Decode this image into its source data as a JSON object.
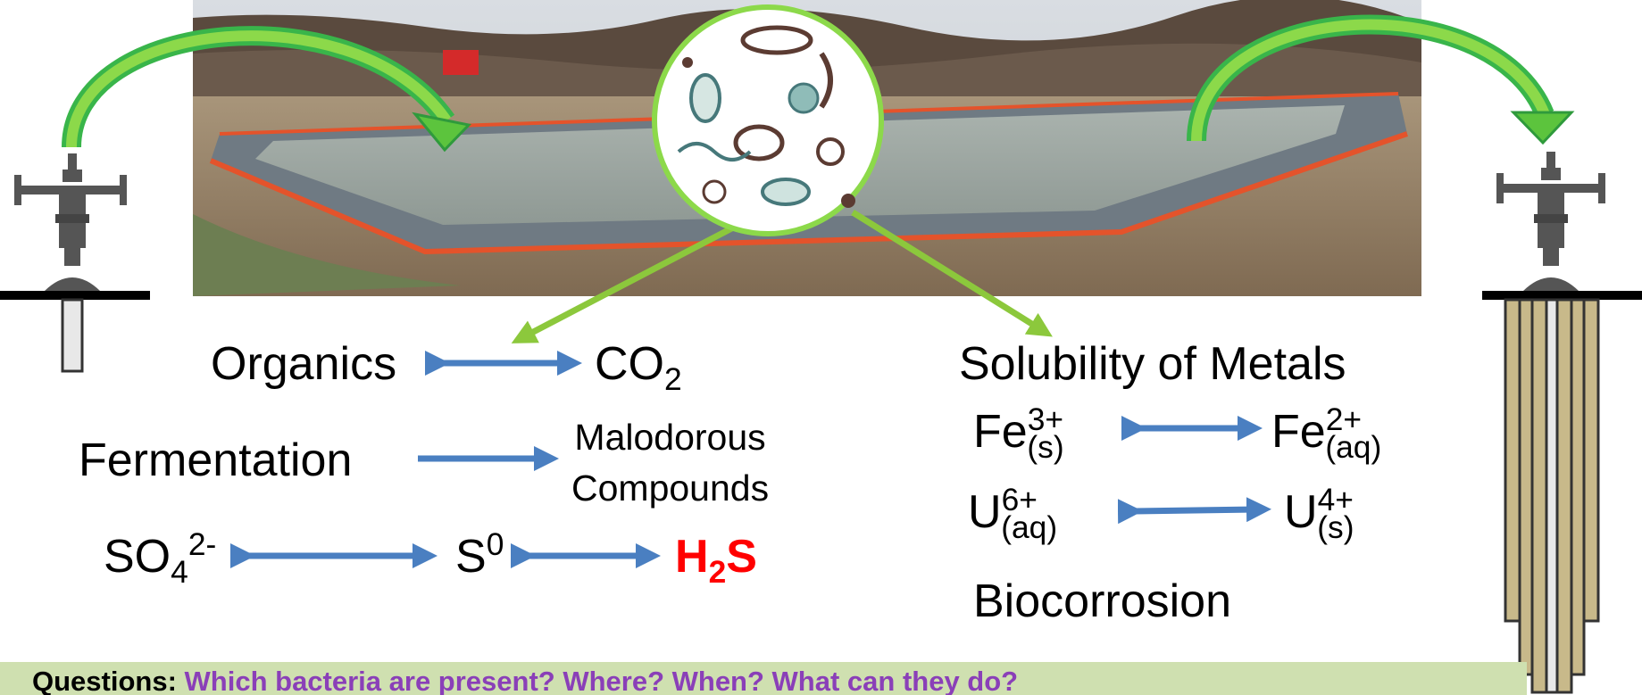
{
  "colors": {
    "accent_green": "#39b54a",
    "arrow_blue": "#4a7fc1",
    "h2s_red": "#ff0000",
    "question_purple": "#8a3fb8",
    "bar_bg": "#cfe0b0"
  },
  "icons": [
    "wellhead-left-icon",
    "wellhead-right-icon",
    "microbes-icon",
    "pond-photo"
  ],
  "labels": {
    "organics": "Organics",
    "co2_main": "CO",
    "co2_sub": "2",
    "fermentation": "Fermentation",
    "malodorous_line1": "Malodorous",
    "malodorous_line2": "Compounds",
    "so4_main": "SO",
    "so4_sub": "4",
    "so4_sup": "2-",
    "s0_main": "S",
    "s0_sup": "0",
    "h2s_h": "H",
    "h2s_sub": "2",
    "h2s_s": "S",
    "solubility": "Solubility of Metals",
    "fe3_main": "Fe",
    "fe3_sup": "3+",
    "fe3_sub": "(s)",
    "fe2_main": "Fe",
    "fe2_sup": "2+",
    "fe2_sub": "(aq)",
    "u6_main": "U",
    "u6_sup": "6+",
    "u6_sub": "(aq)",
    "u4_main": "U",
    "u4_sup": "4+",
    "u4_sub": "(s)",
    "biocorrosion": "Biocorrosion"
  },
  "questions": {
    "label": "Questions:",
    "text": "Which bacteria are present? Where? When? What can they do?"
  }
}
